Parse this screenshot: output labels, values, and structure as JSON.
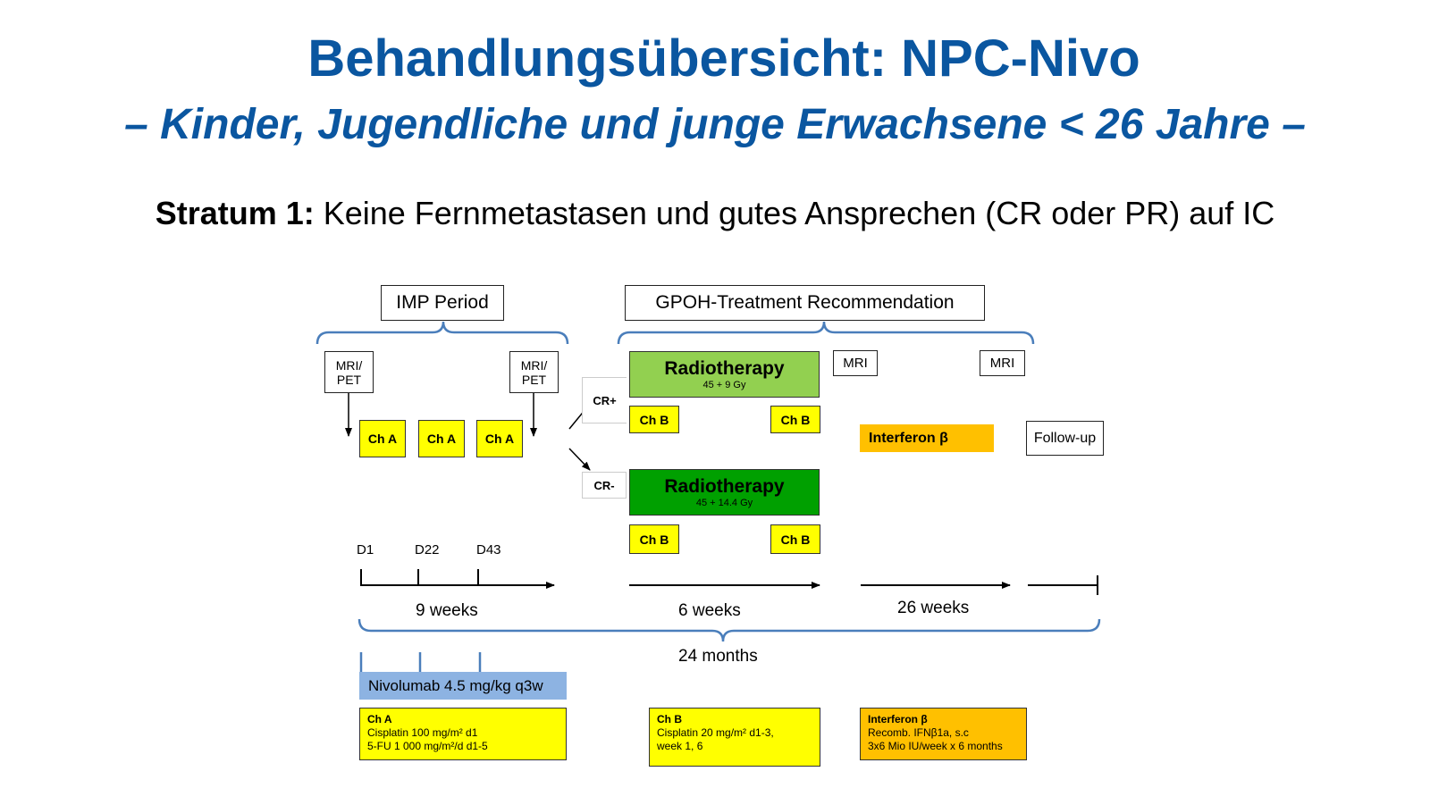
{
  "title": "Behandlungsübersicht: NPC-Nivo",
  "subtitle": "– Kinder, Jugendliche und junge Erwachsene < 26 Jahre –",
  "stratum": {
    "label": "Stratum 1:",
    "text": "Keine Fernmetastasen und gutes Ansprechen (CR oder PR) auf IC"
  },
  "phases": {
    "imp": "IMP Period",
    "gpoh": "GPOH-Treatment Recommendation"
  },
  "mri_pet": [
    "MRI/",
    "PET"
  ],
  "mri": "MRI",
  "ch_a": "Ch A",
  "ch_b": "Ch B",
  "cr_plus": "CR+",
  "cr_minus": "CR-",
  "radiotherapy": [
    {
      "title": "Radiotherapy",
      "dose": "45 + 9 Gy",
      "color": "#92d050"
    },
    {
      "title": "Radiotherapy",
      "dose": "45 + 14.4 Gy",
      "color": "#00a000"
    }
  ],
  "interferon": {
    "label": "Interferon β",
    "color": "#ffc000"
  },
  "follow_up": "Follow-up",
  "days": [
    "D1",
    "D22",
    "D43"
  ],
  "durations": {
    "ic": "9 weeks",
    "rt": "6 weeks",
    "ifn": "26 weeks",
    "total": "24 months"
  },
  "nivolumab": {
    "label": "Nivolumab 4.5 mg/kg q3w",
    "color": "#8db3e2"
  },
  "notes": {
    "ch_a": {
      "title": "Ch A",
      "line1": "Cisplatin 100 mg/m² d1",
      "line2": "5-FU 1 000 mg/m²/d d1-5"
    },
    "ch_b": {
      "title": "Ch B",
      "line1": "Cisplatin 20 mg/m² d1-3,",
      "line2": "week 1, 6"
    },
    "interferon": {
      "title": "Interferon β",
      "line1": "Recomb. IFNβ1a, s.c",
      "line2": "3x6 Mio IU/week x 6 months"
    }
  },
  "colors": {
    "title": "#0a56a0",
    "chemo": "#ffff00",
    "bracket": "#4a7ebb"
  }
}
